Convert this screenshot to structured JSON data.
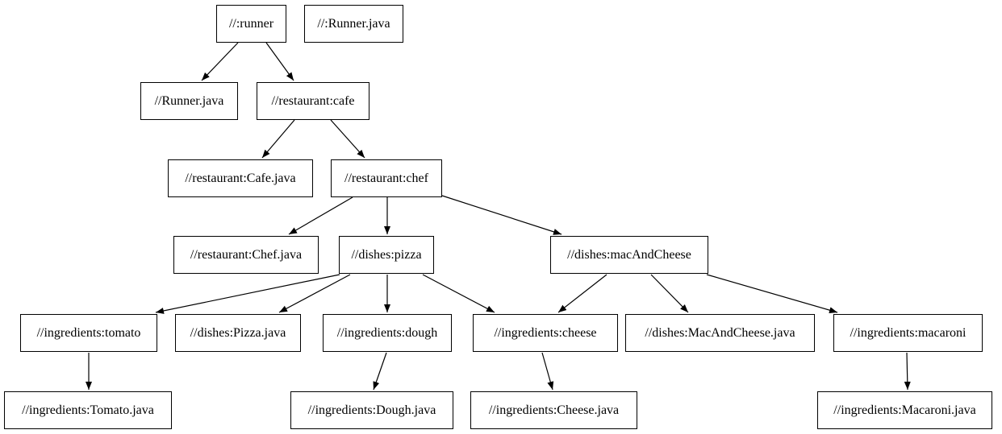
{
  "diagram": {
    "type": "dependency-graph",
    "background_color": "#ffffff",
    "node_border_color": "#000000",
    "node_fill_color": "#ffffff",
    "edge_color": "#000000",
    "nodes": {
      "runner": {
        "label": "//:runner"
      },
      "runner_java_target": {
        "label": "//:Runner.java"
      },
      "runner_java_file": {
        "label": "//Runner.java"
      },
      "cafe": {
        "label": "//restaurant:cafe"
      },
      "cafe_java": {
        "label": "//restaurant:Cafe.java"
      },
      "chef": {
        "label": "//restaurant:chef"
      },
      "chef_java": {
        "label": "//restaurant:Chef.java"
      },
      "pizza": {
        "label": "//dishes:pizza"
      },
      "mac_and_cheese": {
        "label": "//dishes:macAndCheese"
      },
      "tomato": {
        "label": "//ingredients:tomato"
      },
      "pizza_java": {
        "label": "//dishes:Pizza.java"
      },
      "dough": {
        "label": "//ingredients:dough"
      },
      "cheese": {
        "label": "//ingredients:cheese"
      },
      "mac_and_cheese_java": {
        "label": "//dishes:MacAndCheese.java"
      },
      "macaroni": {
        "label": "//ingredients:macaroni"
      },
      "tomato_java": {
        "label": "//ingredients:Tomato.java"
      },
      "dough_java": {
        "label": "//ingredients:Dough.java"
      },
      "cheese_java": {
        "label": "//ingredients:Cheese.java"
      },
      "macaroni_java": {
        "label": "//ingredients:Macaroni.java"
      }
    },
    "edges": [
      {
        "from": "//:runner",
        "to": "//Runner.java"
      },
      {
        "from": "//:runner",
        "to": "//restaurant:cafe"
      },
      {
        "from": "//restaurant:cafe",
        "to": "//restaurant:Cafe.java"
      },
      {
        "from": "//restaurant:cafe",
        "to": "//restaurant:chef"
      },
      {
        "from": "//restaurant:chef",
        "to": "//restaurant:Chef.java"
      },
      {
        "from": "//restaurant:chef",
        "to": "//dishes:pizza"
      },
      {
        "from": "//restaurant:chef",
        "to": "//dishes:macAndCheese"
      },
      {
        "from": "//dishes:pizza",
        "to": "//ingredients:tomato"
      },
      {
        "from": "//dishes:pizza",
        "to": "//dishes:Pizza.java"
      },
      {
        "from": "//dishes:pizza",
        "to": "//ingredients:dough"
      },
      {
        "from": "//dishes:pizza",
        "to": "//ingredients:cheese"
      },
      {
        "from": "//dishes:macAndCheese",
        "to": "//ingredients:cheese"
      },
      {
        "from": "//dishes:macAndCheese",
        "to": "//dishes:MacAndCheese.java"
      },
      {
        "from": "//dishes:macAndCheese",
        "to": "//ingredients:macaroni"
      },
      {
        "from": "//ingredients:tomato",
        "to": "//ingredients:Tomato.java"
      },
      {
        "from": "//ingredients:dough",
        "to": "//ingredients:Dough.java"
      },
      {
        "from": "//ingredients:cheese",
        "to": "//ingredients:Cheese.java"
      },
      {
        "from": "//ingredients:macaroni",
        "to": "//ingredients:Macaroni.java"
      }
    ]
  }
}
